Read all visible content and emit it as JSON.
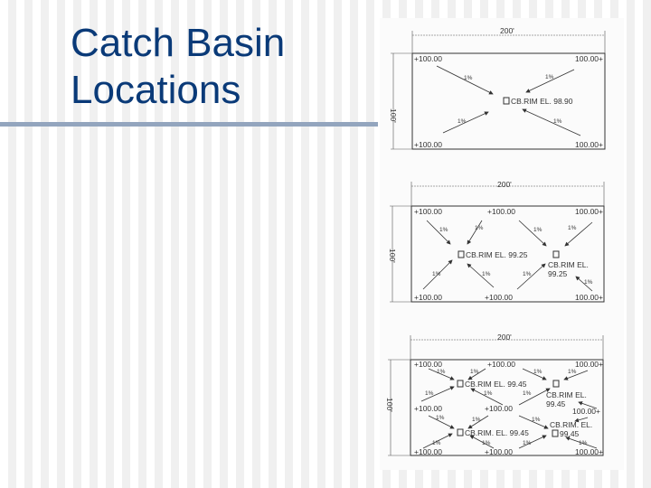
{
  "slide": {
    "title_line1": "Catch Basin",
    "title_line2": "Locations"
  },
  "diagrams": {
    "width_dim": "200'",
    "height_dim": "100'",
    "slope": "1%",
    "corner_left": "+100.00",
    "corner_right": "100.00+",
    "d1": {
      "cb": "CB.RIM EL. 98.90"
    },
    "d2": {
      "cb1": "CB.RIM EL. 99.25",
      "cb2_line1": "CB.RIM EL.",
      "cb2_line2": "99.25"
    },
    "d3": {
      "cb1": "CB.RIM EL. 99.45",
      "cb2_line1": "CB.RIM EL.",
      "cb2_line2": "99.45",
      "cb3": "CB.RIM. EL. 99.45",
      "cb4_line1": "CB.RIM. EL.",
      "cb4_line2": "99.45"
    }
  }
}
